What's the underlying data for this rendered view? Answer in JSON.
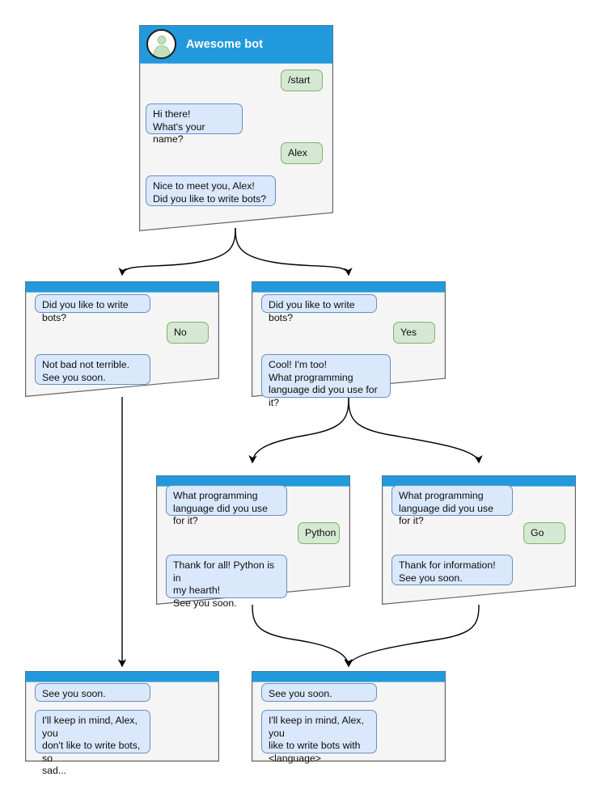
{
  "diagram": {
    "title": "Awesome bot conversation flow",
    "colors": {
      "header_blue": "#2399dd",
      "bot_bubble_bg": "#dae8fc",
      "bot_bubble_border": "#6c8ebf",
      "user_bubble_bg": "#d5e8d4",
      "user_bubble_border": "#82b366",
      "window_bg": "#f5f5f5",
      "window_border": "#666666",
      "arrow": "#000000"
    }
  },
  "nodes": {
    "start": {
      "name": "start-window",
      "header_title": "Awesome bot",
      "avatar_icon": "person-avatar-icon",
      "messages": [
        {
          "from": "user",
          "text": "/start"
        },
        {
          "from": "bot",
          "text": "Hi there!\nWhat's your name?"
        },
        {
          "from": "user",
          "text": "Alex"
        },
        {
          "from": "bot",
          "text": "Nice to meet you, Alex!\nDid you like to write bots?"
        }
      ]
    },
    "no_branch": {
      "name": "no-branch-window",
      "messages": [
        {
          "from": "bot",
          "text": "Did you like to write bots?"
        },
        {
          "from": "user",
          "text": "No"
        },
        {
          "from": "bot",
          "text": "Not bad not terrible.\nSee you soon."
        }
      ]
    },
    "yes_branch": {
      "name": "yes-branch-window",
      "messages": [
        {
          "from": "bot",
          "text": "Did you like to write bots?"
        },
        {
          "from": "user",
          "text": "Yes"
        },
        {
          "from": "bot",
          "text": "Cool! I'm too!\nWhat programming\nlanguage did you use for it?"
        }
      ]
    },
    "python_branch": {
      "name": "python-branch-window",
      "messages": [
        {
          "from": "bot",
          "text": "What programming\nlanguage did you use for it?"
        },
        {
          "from": "user",
          "text": "Python"
        },
        {
          "from": "bot",
          "text": "Thank for all! Python is in\nmy hearth!\nSee you soon."
        }
      ]
    },
    "go_branch": {
      "name": "go-branch-window",
      "messages": [
        {
          "from": "bot",
          "text": "What programming\nlanguage did you use for it?"
        },
        {
          "from": "user",
          "text": "Go"
        },
        {
          "from": "bot",
          "text": "Thank for information!\nSee you soon."
        }
      ]
    },
    "end_sad": {
      "name": "end-sad-window",
      "messages": [
        {
          "from": "bot",
          "text": "See you soon."
        },
        {
          "from": "bot",
          "text": "I'll keep in mind, Alex, you\ndon't like to write bots, so\nsad..."
        }
      ]
    },
    "end_happy": {
      "name": "end-happy-window",
      "messages": [
        {
          "from": "bot",
          "text": "See you soon."
        },
        {
          "from": "bot",
          "text": "I'll keep in mind, Alex, you\nlike to write bots with\n<language>"
        }
      ]
    }
  }
}
